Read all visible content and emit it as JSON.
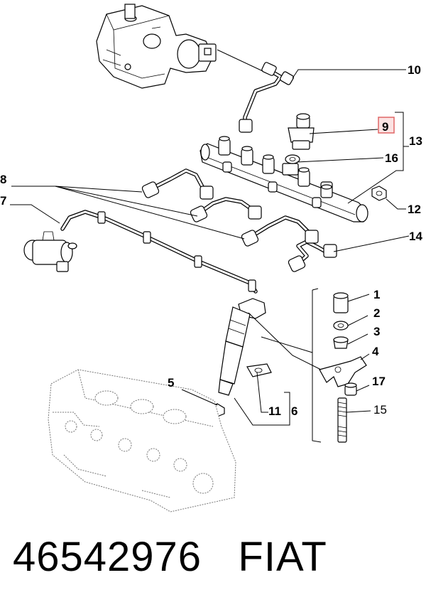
{
  "diagram": {
    "callouts": {
      "c1": "1",
      "c2": "2",
      "c3": "3",
      "c4": "4",
      "c5": "5",
      "c6": "6",
      "c7": "7",
      "c8": "8",
      "c9": "9",
      "c10": "10",
      "c11": "11",
      "c12": "12",
      "c13": "13",
      "c14": "14",
      "c15": "15",
      "c16": "16",
      "c17": "17"
    },
    "highlight_color": "#e06666",
    "highlight_fill": "#fbe3e3"
  },
  "footer": {
    "part_number": "46542976",
    "brand": "FIAT"
  }
}
